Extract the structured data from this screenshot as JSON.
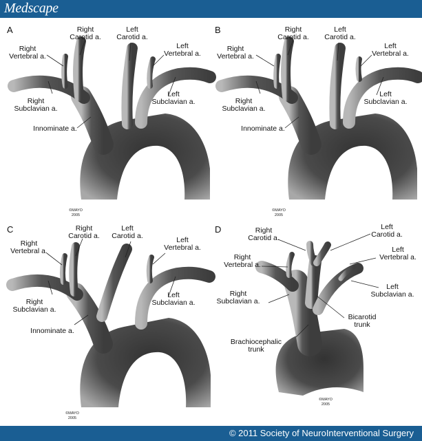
{
  "header": {
    "brand": "Medscape"
  },
  "footer": {
    "copyright": "© 2011 Society of NeuroInterventional Surgery"
  },
  "panels": {
    "A": {
      "letter": "A",
      "right_carotid": [
        "Right",
        "Carotid a."
      ],
      "left_carotid": [
        "Left",
        "Carotid a."
      ],
      "right_vertebral": [
        "Right",
        "Vertebral a."
      ],
      "left_vertebral": [
        "Left",
        "Vertebral a."
      ],
      "right_subclavian": [
        "Right",
        "Subclavian a."
      ],
      "left_subclavian": [
        "Left",
        "Subclavian a."
      ],
      "innominate": "Innominate a.",
      "credit": [
        "©MAYO",
        "2005"
      ]
    },
    "B": {
      "letter": "B",
      "right_carotid": [
        "Right",
        "Carotid a."
      ],
      "left_carotid": [
        "Left",
        "Carotid a."
      ],
      "right_vertebral": [
        "Right",
        "Vertebral a."
      ],
      "left_vertebral": [
        "Left",
        "Vertebral a."
      ],
      "right_subclavian": [
        "Right",
        "Subclavian a."
      ],
      "left_subclavian": [
        "Left",
        "Subclavian a."
      ],
      "innominate": "Innominate a.",
      "credit": [
        "©MAYO",
        "2005"
      ]
    },
    "C": {
      "letter": "C",
      "right_carotid": [
        "Right",
        "Carotid a."
      ],
      "left_carotid": [
        "Left",
        "Carotid a."
      ],
      "right_vertebral": [
        "Right",
        "Vertebral a."
      ],
      "left_vertebral": [
        "Left",
        "Vertebral a."
      ],
      "right_subclavian": [
        "Right",
        "Subclavian a."
      ],
      "left_subclavian": [
        "Left",
        "Subclavian a."
      ],
      "innominate": "Innominate a.",
      "credit": [
        "©MAYO",
        "2005"
      ]
    },
    "D": {
      "letter": "D",
      "right_carotid": [
        "Right",
        "Carotid a."
      ],
      "left_carotid": [
        "Left",
        "Carotid a."
      ],
      "right_vertebral": [
        "Right",
        "Vertebral a."
      ],
      "left_vertebral": [
        "Left",
        "Vertebral a."
      ],
      "right_subclavian": [
        "Right",
        "Subclavian a."
      ],
      "left_subclavian": [
        "Left",
        "Subclavian a."
      ],
      "bicarotid": [
        "Bicarotid",
        "trunk"
      ],
      "brachiocephalic": [
        "Brachiocephalic",
        "trunk"
      ],
      "credit": [
        "©MAYO",
        "2005"
      ]
    }
  },
  "colors": {
    "header_bg": "#1a5e93",
    "vessel_dark": "#4d4d4d",
    "vessel_light": "#bdbdbd"
  }
}
